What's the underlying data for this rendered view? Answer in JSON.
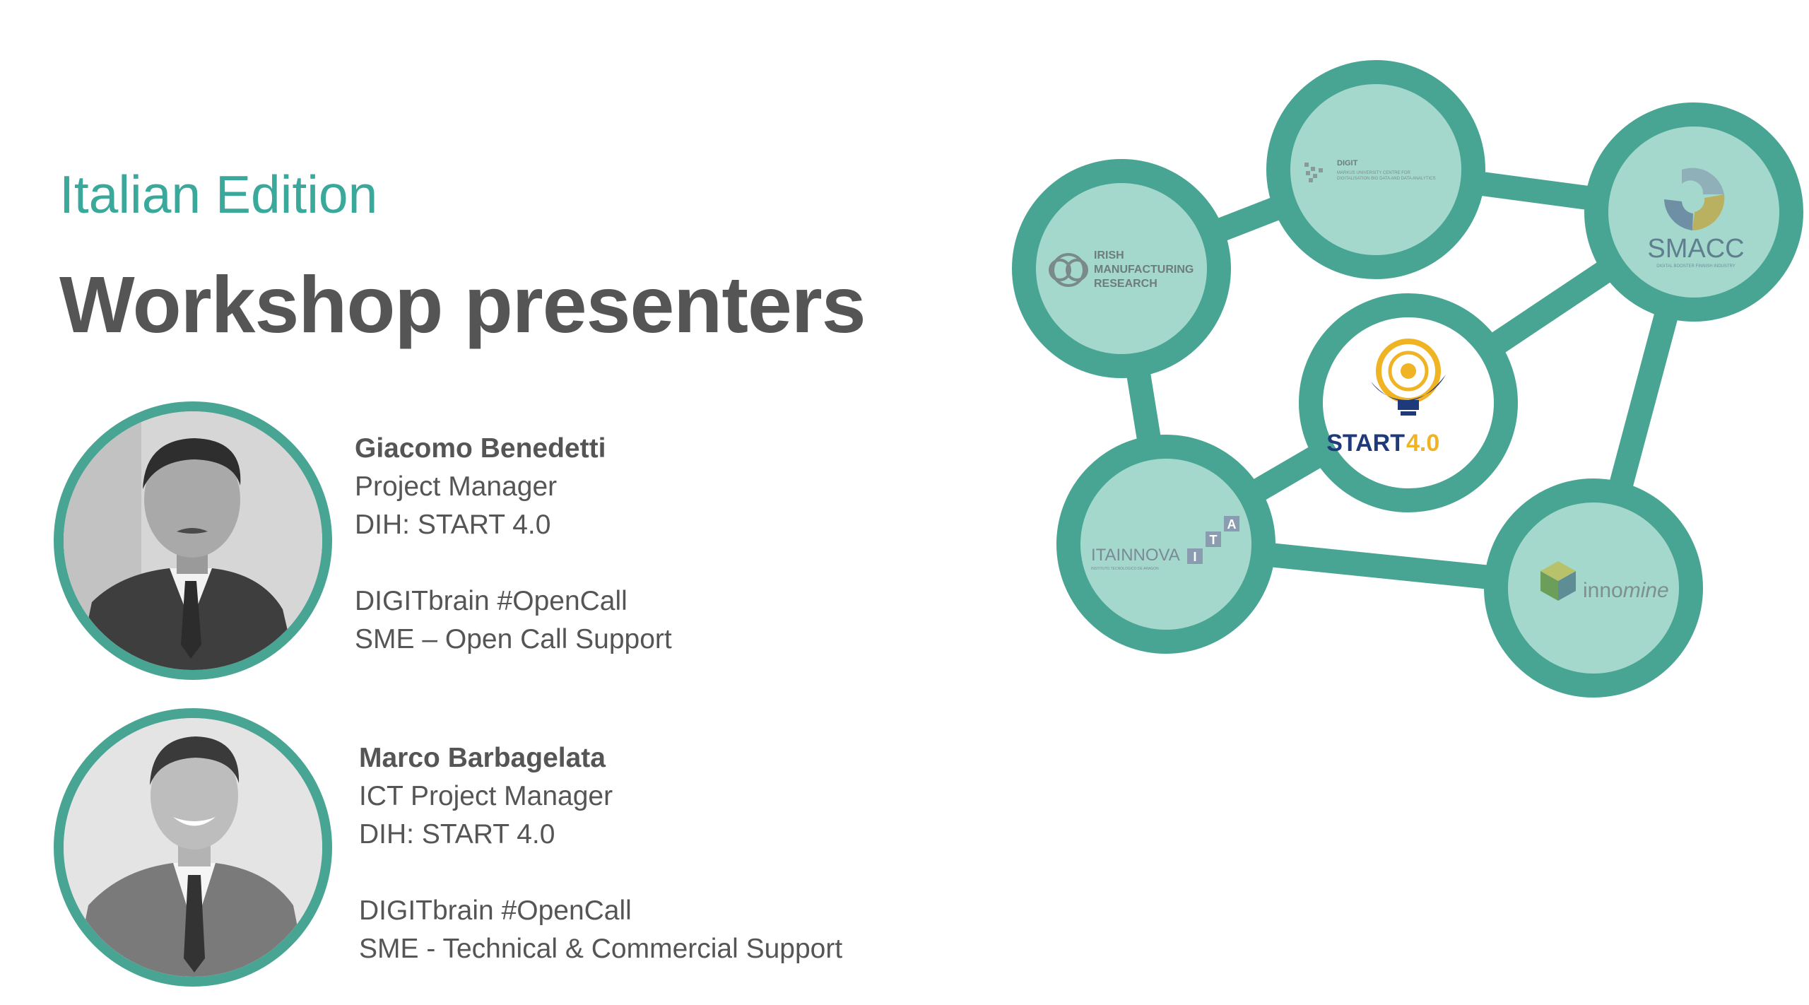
{
  "header": {
    "subtitle": "Italian Edition",
    "title": "Workshop presenters"
  },
  "presenters": [
    {
      "name": "Giacomo Benedetti",
      "role": "Project Manager",
      "dih": "DIH: START 4.0",
      "program": "DIGITbrain #OpenCall",
      "support": "SME – Open Call Support"
    },
    {
      "name": "Marco Barbagelata",
      "role": "ICT Project Manager",
      "dih": "DIH: START 4.0",
      "program": "DIGITbrain #OpenCall",
      "support": "SME - Technical & Commercial Support"
    }
  ],
  "network": {
    "nodes": {
      "irish": {
        "line1": "IRISH",
        "line2": "MANUFACTURING",
        "line3": "RESEARCH"
      },
      "digit": {
        "line1": "DIGIT",
        "line2": "MARKUS UNIVERSITY CENTRE FOR",
        "line3": "DIGITALISATION BIG DATA AND DATA ANALYTICS"
      },
      "smacc": {
        "name": "SMACC",
        "tag": "DIGITAL BOOSTER FINNISH INDUSTRY"
      },
      "start": {
        "name": "START",
        "suffix": "4.0"
      },
      "itainnova": {
        "name": "ITAINNOVA",
        "tag": "INSTITUTO TECNOLOGICO DE ARAGON",
        "letters": [
          "I",
          "T",
          "A"
        ]
      },
      "innomine": {
        "prefix": "inno",
        "suffix": "mine"
      }
    }
  },
  "colors": {
    "accent": "#3aa89a",
    "ring": "#49a593",
    "node_fill": "#a4d8cc",
    "text": "#555555",
    "navy": "#1f3a7a",
    "gold": "#f0b323"
  }
}
